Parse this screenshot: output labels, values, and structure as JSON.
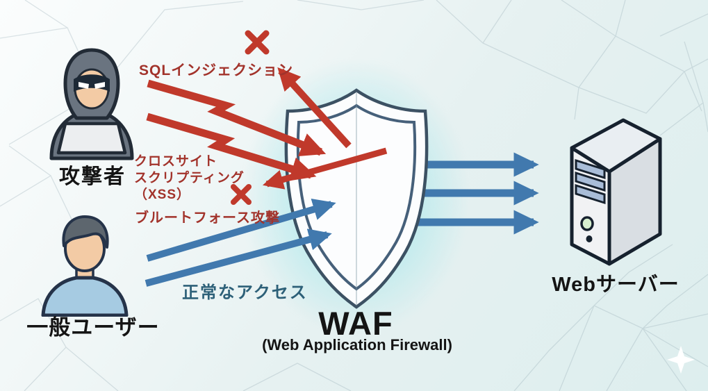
{
  "title": {
    "main": "WAF",
    "subtitle": "(Web Application Firewall)"
  },
  "nodes": {
    "attacker": {
      "label": "攻撃者",
      "icon": "hooded-attacker-icon"
    },
    "general_user": {
      "label": "一般ユーザー",
      "icon": "person-icon"
    },
    "waf_shield": {
      "icon": "shield-icon",
      "glow_color": "#91e4e9"
    },
    "web_server": {
      "label": "Webサーバー",
      "icon": "server-tower-icon",
      "led_color": "#d8f0d0"
    }
  },
  "flows": {
    "attacks": {
      "labels": {
        "sql_injection": "SQLインジェクション",
        "xss": "クロスサイト\nスクリプティング\n（XSS）",
        "brute_force": "ブルートフォース攻撃"
      },
      "blocked_icon": "x-mark-icon",
      "arrow_style": "lightning-bolt",
      "color": "#c0392b",
      "text_color": "#a2332b"
    },
    "legitimate": {
      "label": "正常なアクセス",
      "arrow_style": "straight",
      "color": "#4179ae",
      "text_color": "#2d6078"
    }
  },
  "decor": {
    "background_pattern": "polygon-mesh",
    "sparkle": "sparkle-icon"
  }
}
